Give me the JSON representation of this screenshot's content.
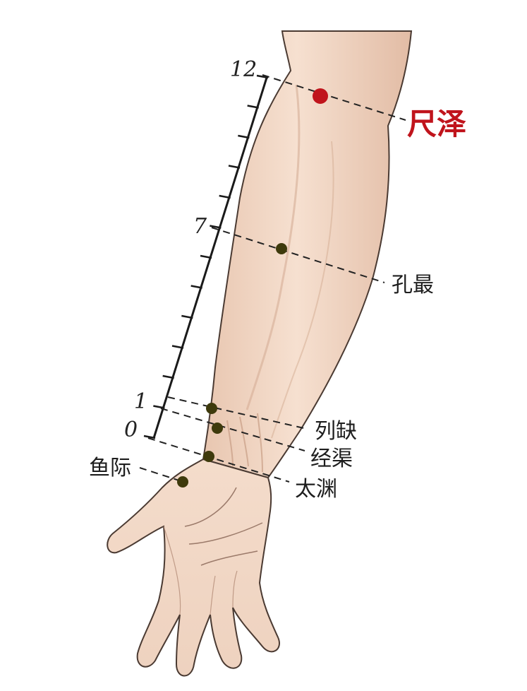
{
  "scale": {
    "ticks": [
      {
        "value": "12",
        "label": "12"
      },
      {
        "value": "7",
        "label": "7"
      },
      {
        "value": "1",
        "label": "1"
      },
      {
        "value": "0",
        "label": "0"
      }
    ]
  },
  "points": [
    {
      "id": "chize",
      "label": "尺泽",
      "highlight": true
    },
    {
      "id": "kongzui",
      "label": "孔最"
    },
    {
      "id": "lieque",
      "label": "列缺"
    },
    {
      "id": "jingqu",
      "label": "经渠"
    },
    {
      "id": "taiyuan",
      "label": "太渊"
    },
    {
      "id": "yuji",
      "label": "鱼际"
    }
  ],
  "colors": {
    "highlight": "#c0141c",
    "point": "#3e3a0c",
    "skin": "#f2d8c6",
    "line": "#2a2a2a"
  }
}
